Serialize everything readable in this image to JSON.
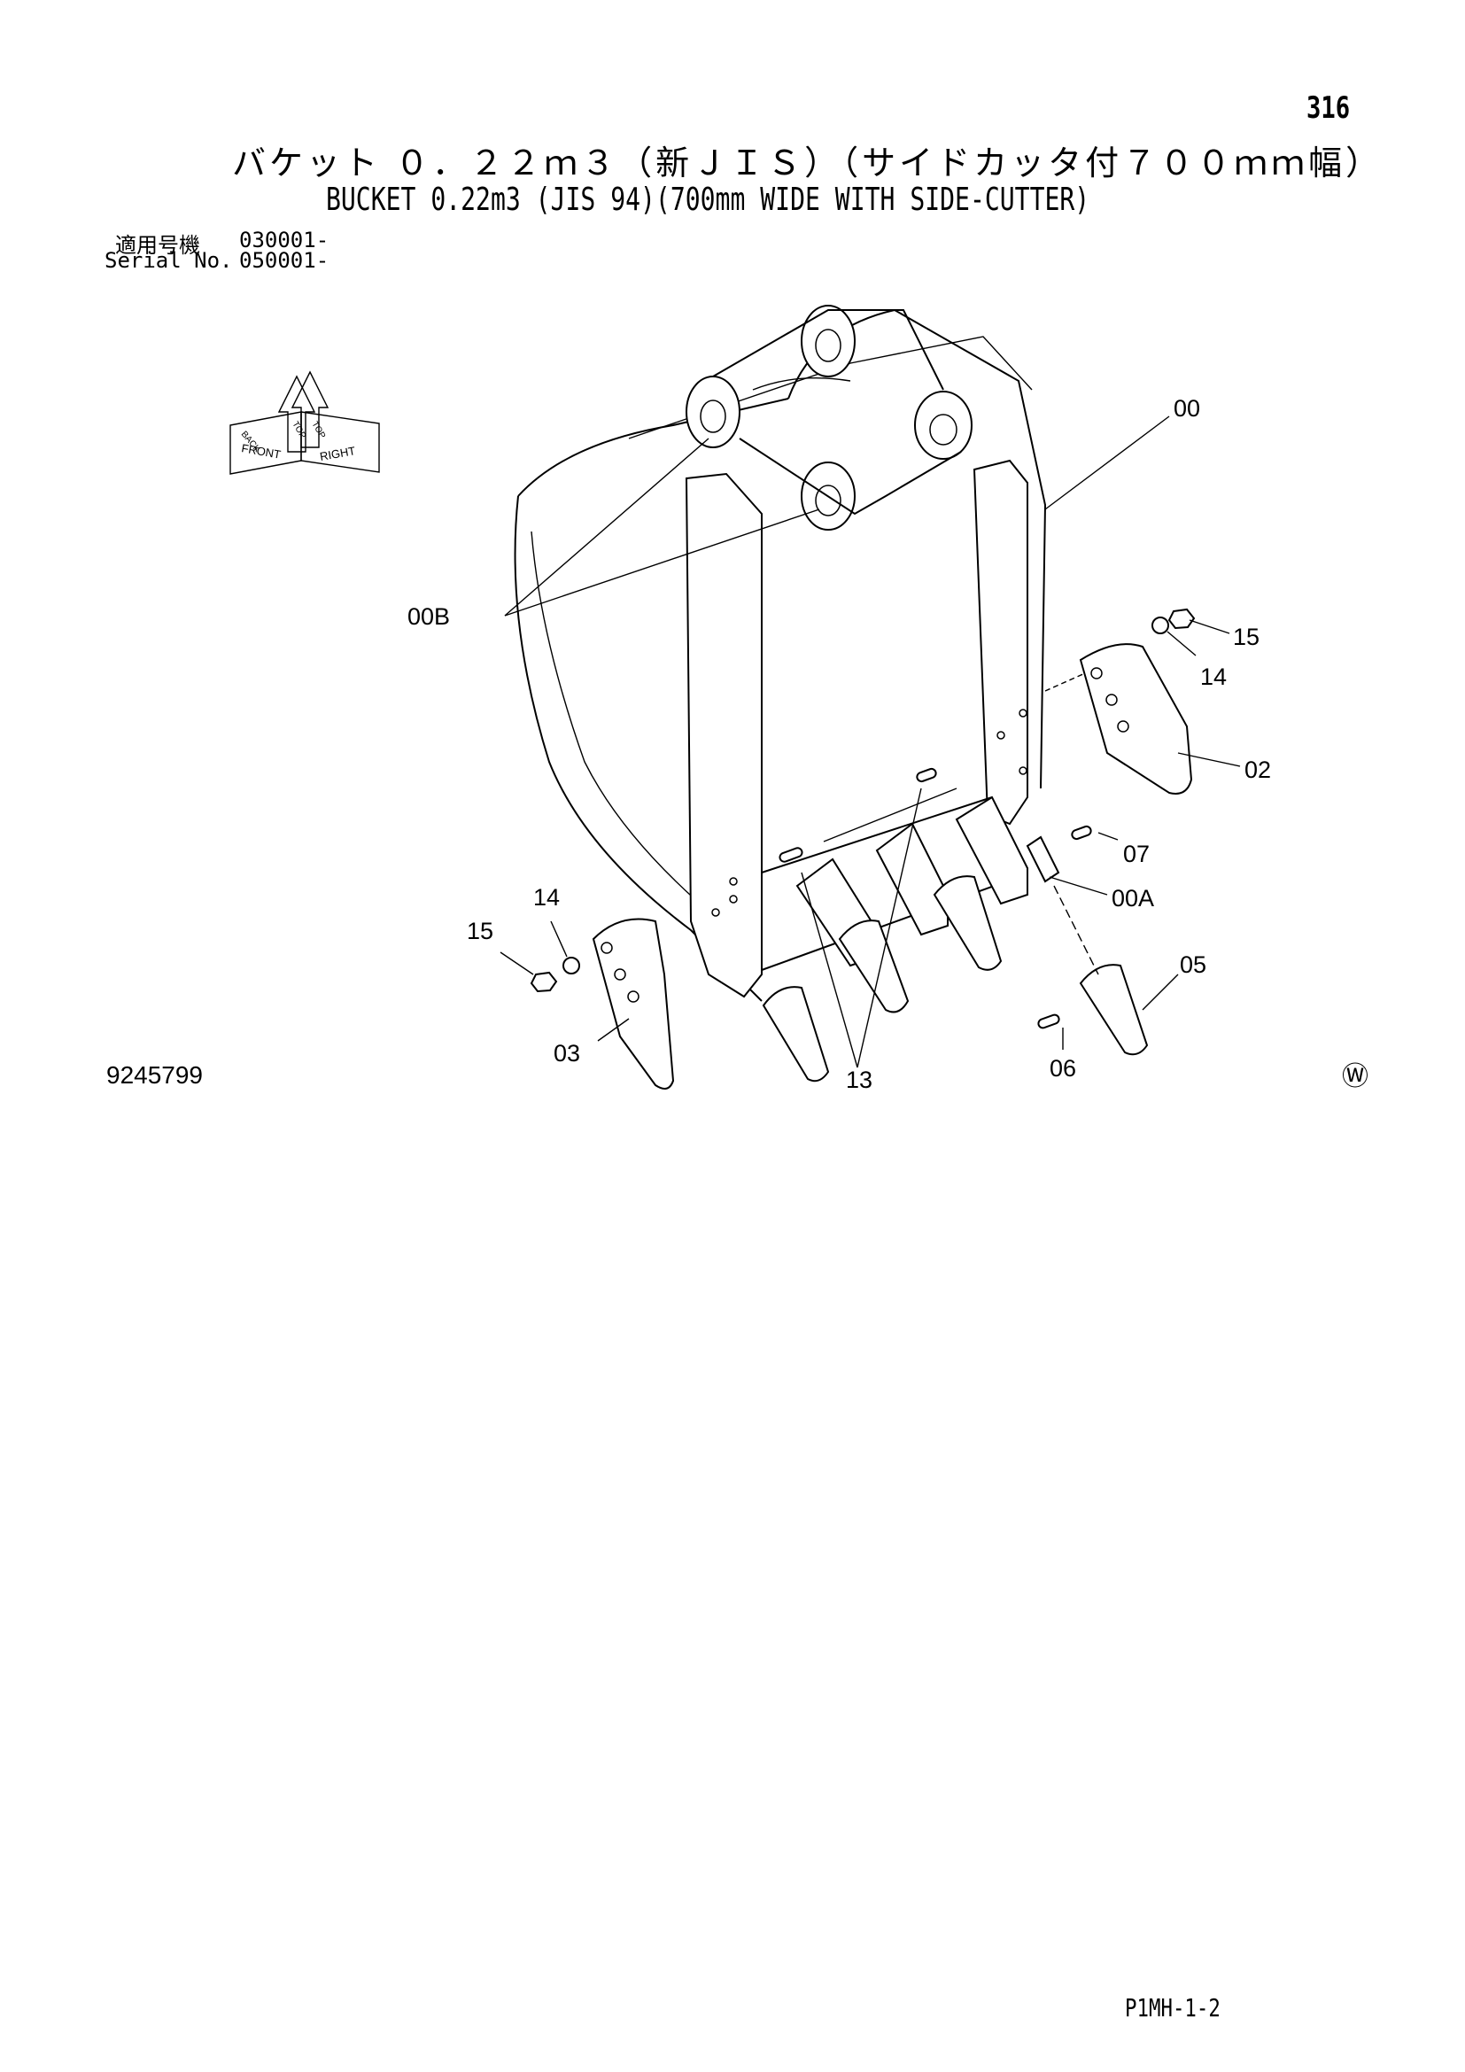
{
  "header": {
    "page_number": "316",
    "title_jp": "バケット ０．２２ｍ３（新ＪＩＳ）（サイドカッタ付７００ｍｍ幅）",
    "title_en": "BUCKET 0.22m3 (JIS 94)(700mm WIDE WITH SIDE-CUTTER)"
  },
  "serial": {
    "jp_label": "適用号機",
    "jp_value": "030001-",
    "en_label": "Serial No.",
    "en_value": "050001-"
  },
  "orientation_icon": {
    "labels": [
      "FRONT",
      "RIGHT",
      "TOP",
      "TOP",
      "BACK"
    ]
  },
  "callouts": {
    "c00": "00",
    "c00B": "00B",
    "c15a": "15",
    "c14a": "14",
    "c02": "02",
    "c07": "07",
    "c00A": "00A",
    "c05": "05",
    "c06": "06",
    "c13": "13",
    "c03": "03",
    "c14b": "14",
    "c15b": "15"
  },
  "footer": {
    "drawing_number": "9245799",
    "watermark_symbol": "Ⓦ",
    "page_code": "P1MH-1-2"
  }
}
